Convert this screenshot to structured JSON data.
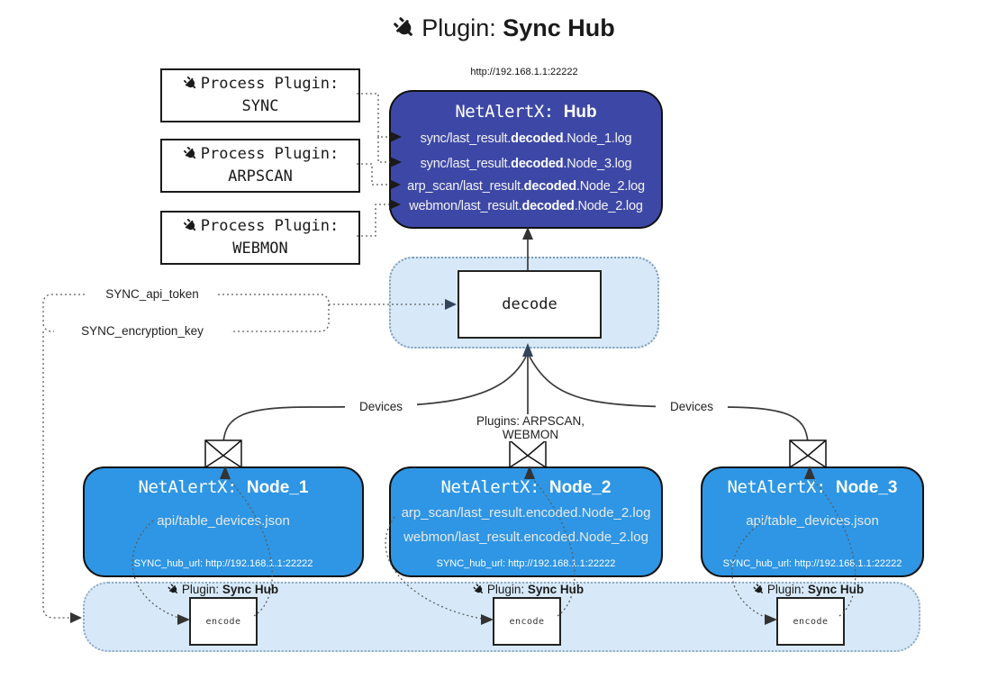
{
  "title": {
    "prefix": "Plugin: ",
    "bold": "Sync Hub"
  },
  "process_plugins": [
    {
      "label": "Process Plugin:",
      "name": "SYNC"
    },
    {
      "label": "Process Plugin:",
      "name": "ARPSCAN"
    },
    {
      "label": "Process Plugin:",
      "name": "WEBMON"
    }
  ],
  "hub": {
    "url": "http://192.168.1.1:22222",
    "title_mono": "NetAlertX: ",
    "title_bold": "Hub",
    "entries": [
      {
        "pre": "sync/last_result.",
        "bold": "decoded",
        "post": ".Node_1.log"
      },
      {
        "pre": "sync/last_result.",
        "bold": "decoded",
        "post": ".Node_3.log"
      },
      {
        "pre": "arp_scan/last_result.",
        "bold": "decoded",
        "post": ".Node_2.log"
      },
      {
        "pre": "webmon/last_result.",
        "bold": "decoded",
        "post": ".Node_2.log"
      }
    ]
  },
  "decode": {
    "label": "decode"
  },
  "secrets": {
    "api_token": "SYNC_api_token",
    "encryption_key": "SYNC_encryption_key"
  },
  "edges": {
    "devices_left": "Devices",
    "devices_right": "Devices",
    "plugins_center": "Plugins: ARPSCAN, WEBMON"
  },
  "nodes": [
    {
      "title_mono": "NetAlertX: ",
      "name": "Node_1",
      "lines": [
        "api/table_devices.json"
      ],
      "hub_url": "SYNC_hub_url: http://192.168.1.1:22222"
    },
    {
      "title_mono": "NetAlertX: ",
      "name": "Node_2",
      "lines": [
        "arp_scan/last_result.encoded.Node_2.log",
        "webmon/last_result.encoded.Node_2.log"
      ],
      "hub_url": "SYNC_hub_url: http://192.168.1.1:22222"
    },
    {
      "title_mono": "NetAlertX: ",
      "name": "Node_3",
      "lines": [
        "api/table_devices.json"
      ],
      "hub_url": "SYNC_hub_url: http://192.168.1.1:22222"
    }
  ],
  "encoder": {
    "label_prefix": "Plugin: ",
    "label_bold": "Sync Hub",
    "encode_label": "encode"
  },
  "colors": {
    "hub_bg": "#3D48A6",
    "node_bg": "#2E96E4",
    "container_bg": "#D7E9F8"
  }
}
